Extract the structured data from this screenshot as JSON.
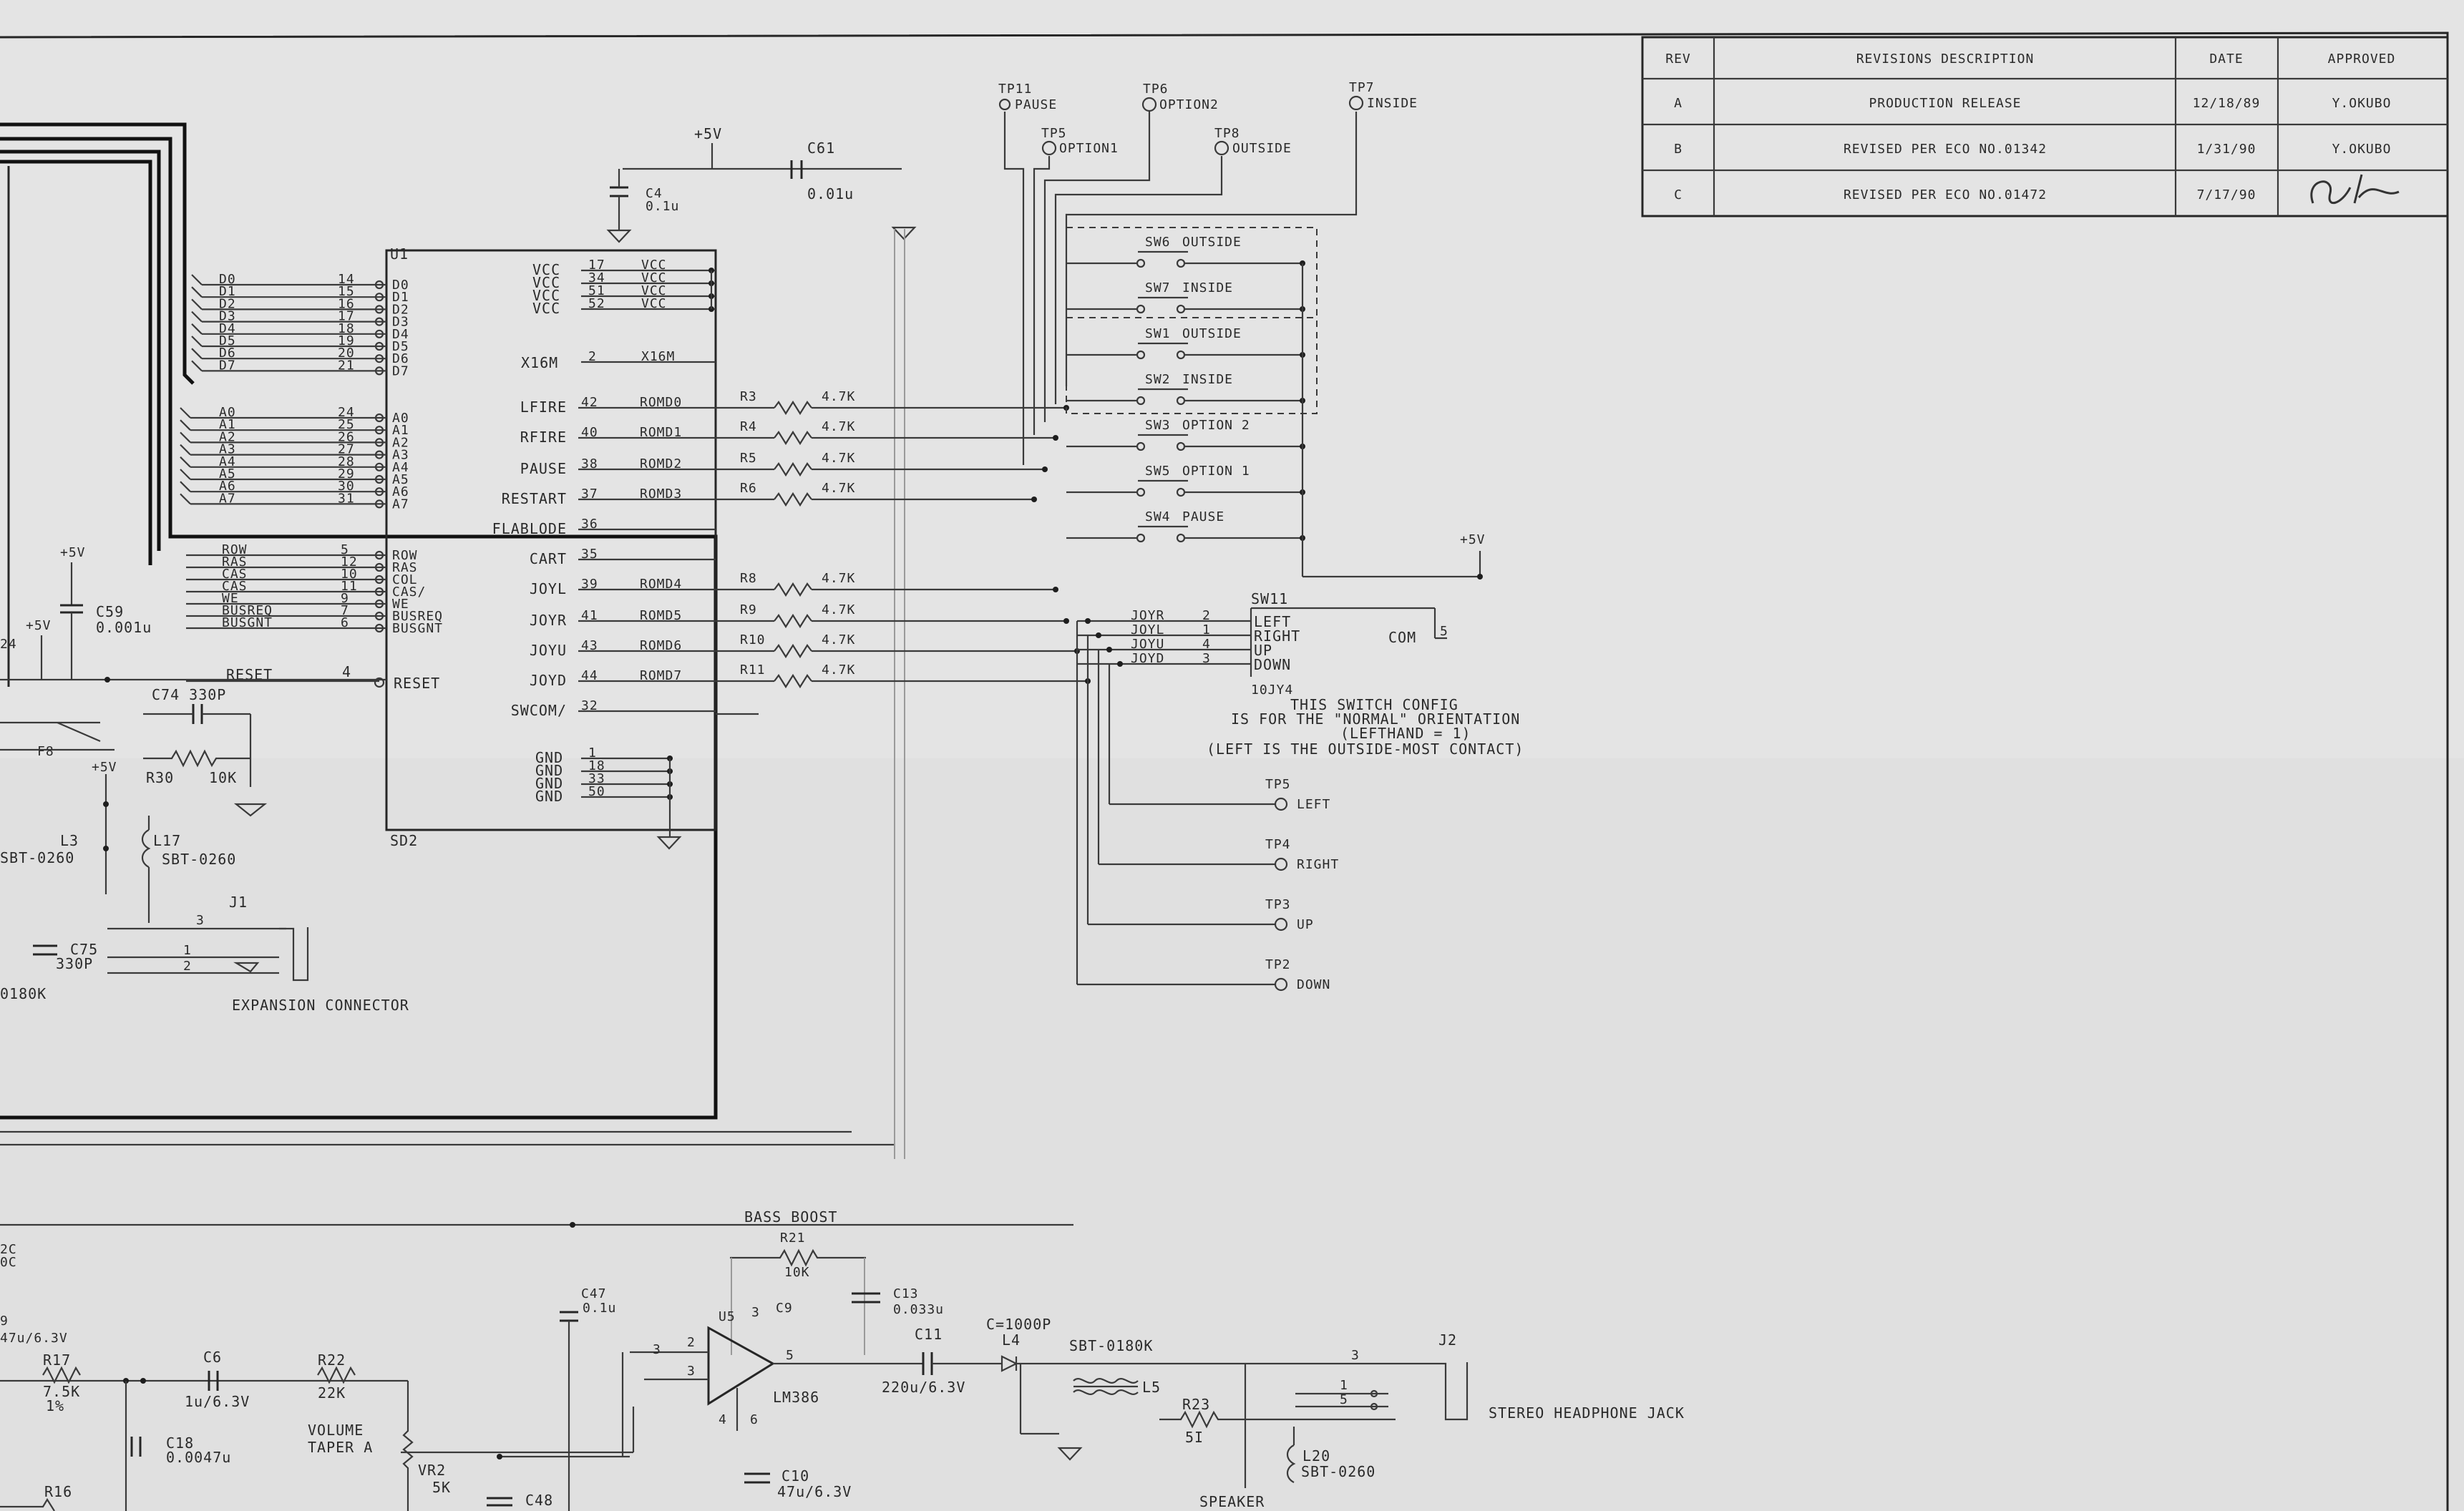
{
  "revisions": {
    "headers": {
      "rev": "REV",
      "description": "REVISIONS DESCRIPTION",
      "date": "DATE",
      "approved": "APPROVED"
    },
    "rows": [
      {
        "rev": "A",
        "description": "PRODUCTION RELEASE",
        "date": "12/18/89",
        "approved": "Y.OKUBO"
      },
      {
        "rev": "B",
        "description": "REVISED PER ECO NO.01342",
        "date": "1/31/90",
        "approved": "Y.OKUBO"
      },
      {
        "rev": "C",
        "description": "REVISED PER ECO NO.01472",
        "date": "7/17/90",
        "approved": ""
      }
    ]
  },
  "test_points_top": {
    "tp11": {
      "ref": "TP11",
      "label": "PAUSE"
    },
    "tp6": {
      "ref": "TP6",
      "label": "OPTION2"
    },
    "tp7": {
      "ref": "TP7",
      "label": "INSIDE"
    },
    "tp5": {
      "ref": "TP5",
      "label": "OPTION1"
    },
    "tp8": {
      "ref": "TP8",
      "label": "OUTSIDE"
    }
  },
  "power": {
    "vcc": "+5V"
  },
  "caps_top": {
    "c61": "C61",
    "c61_val": "0.01u",
    "c4": "C4",
    "c4_val": "0.1u"
  },
  "u1": {
    "ref": "U1",
    "left_names": [
      "D0",
      "D1",
      "D2",
      "D3",
      "D4",
      "D5",
      "D6",
      "D7",
      "A0",
      "A1",
      "A2",
      "A3",
      "A4",
      "A5",
      "A6",
      "A7"
    ],
    "left_pins": [
      "14",
      "15",
      "16",
      "17",
      "18",
      "19",
      "20",
      "21",
      "24",
      "25",
      "26",
      "27",
      "28",
      "29",
      "30",
      "31"
    ],
    "right_names": [
      "D0",
      "D1",
      "D2",
      "D3",
      "D4",
      "D5",
      "D6",
      "D7",
      "A0",
      "A1",
      "A2",
      "A3",
      "A4",
      "A5",
      "A6",
      "A7"
    ],
    "ctrl_names": [
      "ROW",
      "RAS",
      "CAS",
      "CAS",
      "WE",
      "BUSREQ",
      "BUSGNT"
    ],
    "ctrl_pins": [
      "5",
      "12",
      "10",
      "11",
      "9",
      "7",
      "6"
    ],
    "ctrl_outs": [
      "ROW",
      "RAS",
      "COL",
      "CAS/",
      "WE",
      "BUSREQ",
      "BUSGNT"
    ],
    "reset": "RESET",
    "reset_pin": "4",
    "reset_out": "RESET",
    "vcc": [
      "VCC",
      "VCC",
      "VCC",
      "VCC"
    ],
    "vcc_pins": [
      "17",
      "34",
      "51",
      "52"
    ],
    "x16m": "X16M",
    "x16m_pin": "2",
    "x16m_net": "X16M",
    "sig_names": [
      "LFIRE",
      "RFIRE",
      "PAUSE",
      "RESTART",
      "FLABLODE",
      "CART",
      "JOYL",
      "JOYR",
      "JOYU",
      "JOYD",
      "SWCOM/"
    ],
    "sig_pins": [
      "42",
      "40",
      "38",
      "37",
      "36",
      "35",
      "39",
      "41",
      "43",
      "44",
      "32"
    ],
    "gnd": [
      "GND",
      "GND",
      "GND",
      "GND"
    ],
    "gnd_pins": [
      "1",
      "18",
      "33",
      "50"
    ],
    "part": "SD2"
  },
  "rom_nets": [
    "ROMD0",
    "ROMD1",
    "ROMD2",
    "ROMD3",
    "ROMD4",
    "ROMD5",
    "ROMD6",
    "ROMD7"
  ],
  "resistors": {
    "refs": [
      "R3",
      "R4",
      "R5",
      "R6",
      "R8",
      "R9",
      "R10",
      "R11"
    ],
    "value": "4.7K"
  },
  "switches": [
    {
      "ref": "SW6",
      "label": "OUTSIDE"
    },
    {
      "ref": "SW7",
      "label": "INSIDE"
    },
    {
      "ref": "SW1",
      "label": "OUTSIDE"
    },
    {
      "ref": "SW2",
      "label": "INSIDE"
    },
    {
      "ref": "SW3",
      "label": "OPTION 2"
    },
    {
      "ref": "SW5",
      "label": "OPTION 1"
    },
    {
      "ref": "SW4",
      "label": "PAUSE"
    }
  ],
  "joy_switch": {
    "ref": "SW11",
    "nets": [
      "JOYR",
      "JOYL",
      "JOYU",
      "JOYD"
    ],
    "pins": [
      "2",
      "1",
      "4",
      "3"
    ],
    "dirs": [
      "LEFT",
      "RIGHT",
      "UP",
      "DOWN"
    ],
    "com": "COM",
    "com_pin": "5",
    "part": "10JY4",
    "note": [
      "THIS SWITCH CONFIG",
      "IS FOR THE \"NORMAL\" ORIENTATION",
      "(LEFTHAND = 1)",
      "(LEFT IS THE OUTSIDE-MOST CONTACT)"
    ]
  },
  "test_points_dir": [
    {
      "ref": "TP5",
      "label": "LEFT"
    },
    {
      "ref": "TP4",
      "label": "RIGHT"
    },
    {
      "ref": "TP3",
      "label": "UP"
    },
    {
      "ref": "TP2",
      "label": "DOWN"
    }
  ],
  "left_parts": {
    "c59": "C59",
    "c59_val": "0.001u",
    "c74": "C74 330P",
    "r30": "R30",
    "r30_val": "10K",
    "l3": "L3",
    "l3_part": "SBT-0260",
    "l17": "L17",
    "l17_part": "SBT-0260",
    "j1": "J1",
    "j1_pins": [
      "3",
      "1",
      "2"
    ],
    "c75": "C75",
    "c75_val": "330P",
    "l_part": "0180K",
    "exp": "EXPANSION CONNECTOR",
    "f8": "F8",
    "vcc_l": "+5V",
    "val_24": "24"
  },
  "audio": {
    "bass": "BASS BOOST",
    "r21": "R21",
    "r21_val": "10K",
    "c47": "C47",
    "c47_val": "0.1u",
    "c13": "C13",
    "c13_val": "0.033u",
    "u5": "U5",
    "u5_pin": "3",
    "c9": "C9",
    "pins": [
      "2",
      "3",
      "5",
      "4",
      "6"
    ],
    "c11": "C11",
    "c11_val": "220u/6.3V",
    "c": "C=1000P",
    "l4": "L4",
    "sbt": "SBT-0180K",
    "l5": "L5",
    "lm": "LM386",
    "r23": "R23",
    "r23_val": "5I",
    "j2": "J2",
    "j2_pins": [
      "3",
      "1",
      "5"
    ],
    "jack": "STEREO HEADPHONE JACK",
    "l20": "L20",
    "l20_part": "SBT-0260",
    "speaker": "SPEAKER",
    "c10": "C10",
    "c10_val": "47u/6.3V",
    "r17": "R17",
    "r17_val": "7.5K",
    "r17_2": "1%",
    "c6": "C6",
    "c6_val": "1u/6.3V",
    "r22": "R22",
    "r22_val": "22K",
    "c18": "C18",
    "c18_val": "0.0047u",
    "vol": [
      "VOLUME",
      "TAPER A"
    ],
    "vr2": "VR2",
    "vr2_val": "5K",
    "c48": "C48",
    "r16": "R16",
    "left_a": "2C",
    "left_b": "0C",
    "left_c": "9",
    "left_d": "47u/6.3V"
  }
}
